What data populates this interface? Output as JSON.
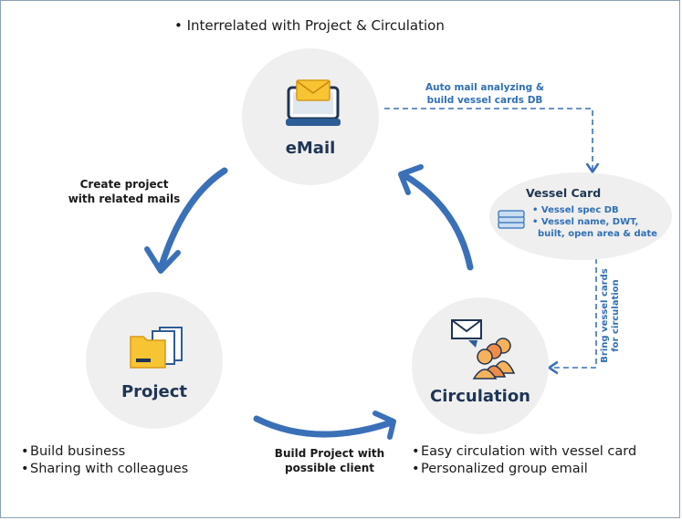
{
  "header": {
    "note": "• Interrelated with Project & Circulation"
  },
  "nodes": {
    "email": {
      "label": "eMail",
      "icon": "email-computer-icon"
    },
    "project": {
      "label": "Project",
      "icon": "folders-icon"
    },
    "circulation": {
      "label": "Circulation",
      "icon": "people-mail-icon"
    }
  },
  "edges": {
    "email_to_project": [
      "Create project",
      "with related mails"
    ],
    "project_to_circulation": [
      "Build Project with",
      "possible client"
    ],
    "email_to_vessel": [
      "Auto mail analyzing &",
      "build vessel cards DB"
    ],
    "vessel_to_circulation": [
      "Bring vessel cards",
      "for circulation"
    ]
  },
  "vessel_card": {
    "title": "Vessel Card",
    "icon": "stack-icon",
    "items": [
      "• Vessel spec DB",
      "• Vessel name, DWT,",
      "built, open area & date"
    ]
  },
  "project_bullets": [
    "Build business",
    "Sharing with colleagues"
  ],
  "circulation_bullets": [
    "Easy circulation with vessel card",
    "Personalized group email"
  ],
  "colors": {
    "arrow": "#3a70b8",
    "dashed": "#3a70b8",
    "circle": "#efefef",
    "label": "#1e3554"
  }
}
